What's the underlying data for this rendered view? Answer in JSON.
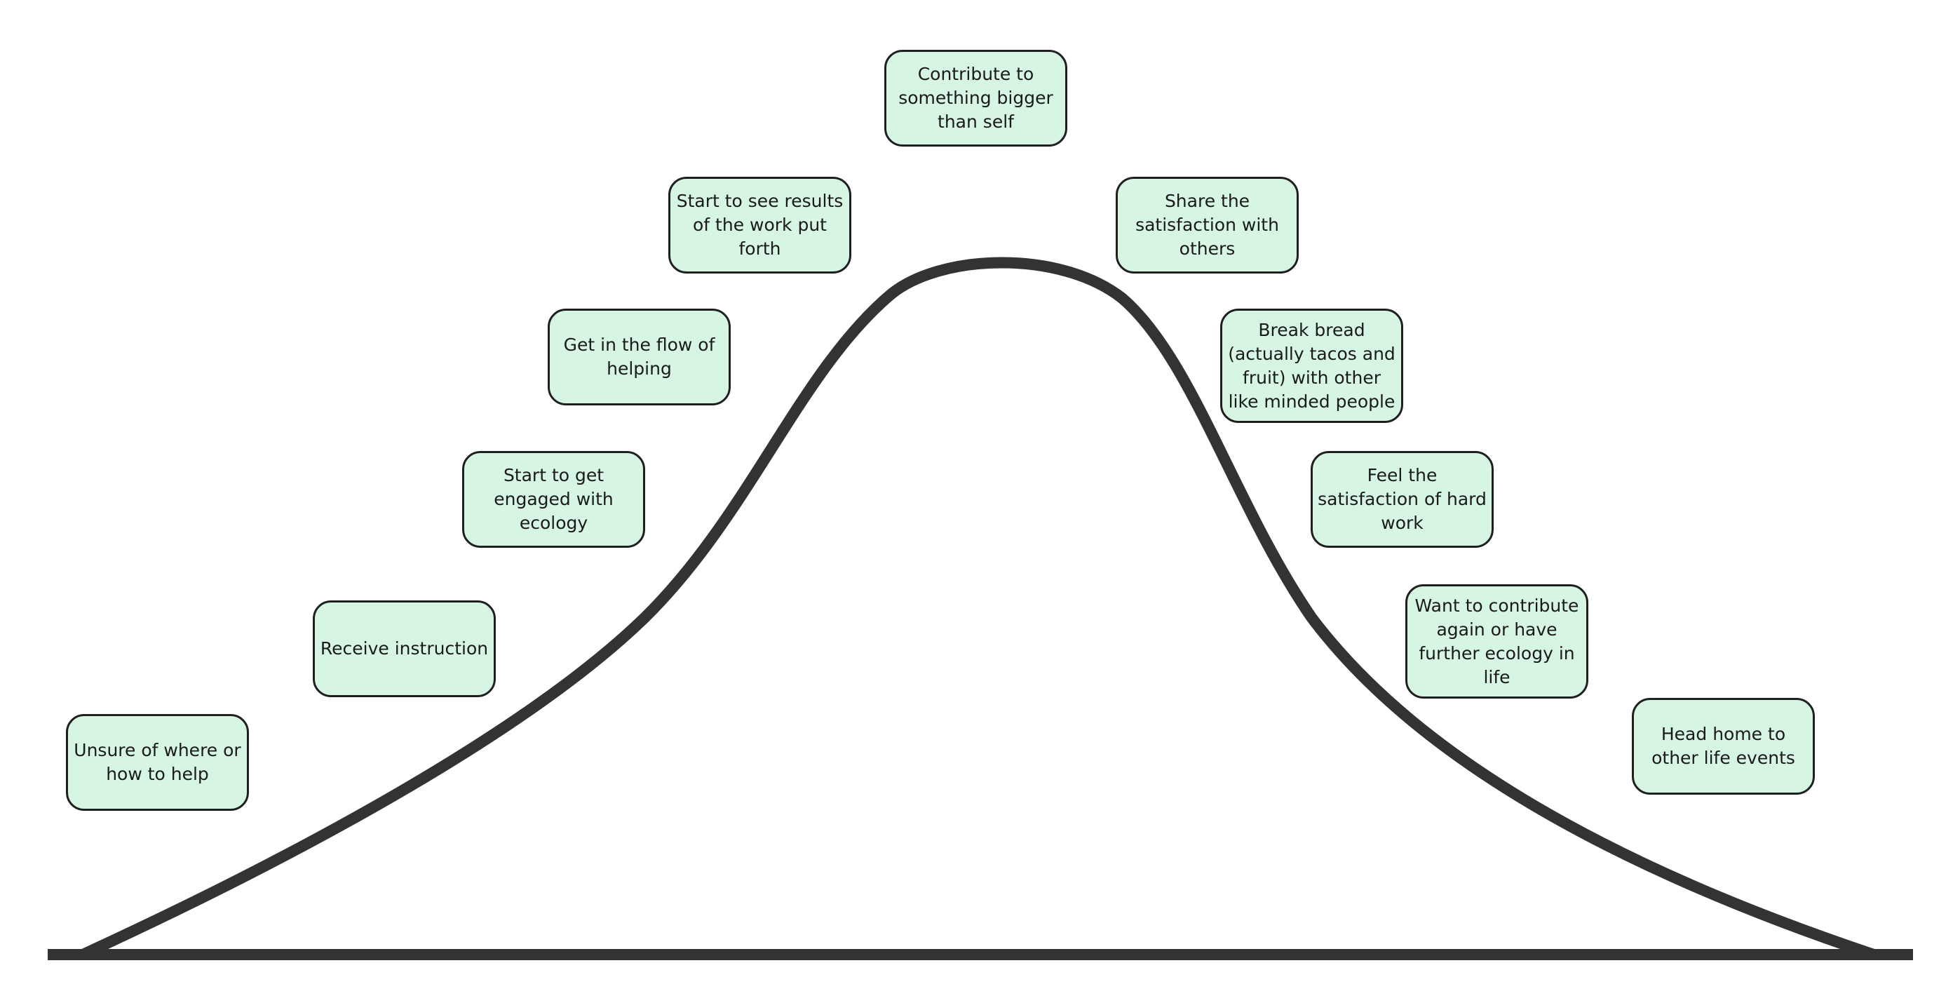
{
  "colors": {
    "background": "#ffffff",
    "curve": "#333333",
    "note_fill": "#d6f5e3",
    "note_border": "#1f1f1f",
    "text": "#1a1a1a"
  },
  "notes": [
    {
      "text": "Unsure of where or how to help"
    },
    {
      "text": "Receive instruction"
    },
    {
      "text": "Start to get engaged with ecology"
    },
    {
      "text": "Get in the flow of helping"
    },
    {
      "text": "Start to see results of the work put forth"
    },
    {
      "text": "Contribute to something bigger than self"
    },
    {
      "text": "Share the satisfaction with others"
    },
    {
      "text": "Break bread (actually tacos and fruit) with other like minded people"
    },
    {
      "text": "Feel the satisfaction of hard work"
    },
    {
      "text": "Want to contribute again or have further ecology in life"
    },
    {
      "text": "Head home to other life events"
    }
  ]
}
